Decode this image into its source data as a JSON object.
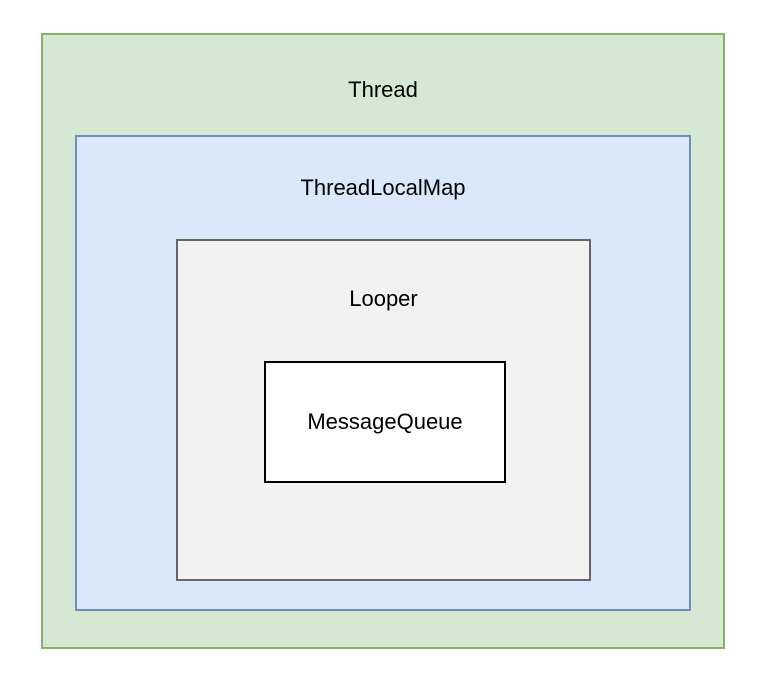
{
  "diagram": {
    "thread": {
      "label": "Thread",
      "fill": "#d5e8d4",
      "stroke": "#82b366"
    },
    "thread_local_map": {
      "label": "ThreadLocalMap",
      "fill": "#dae8fc",
      "stroke": "#6c8ebf"
    },
    "looper": {
      "label": "Looper",
      "fill": "#f2f2f2",
      "stroke": "#666666"
    },
    "message_queue": {
      "label": "MessageQueue",
      "fill": "#ffffff",
      "stroke": "#000000"
    }
  }
}
